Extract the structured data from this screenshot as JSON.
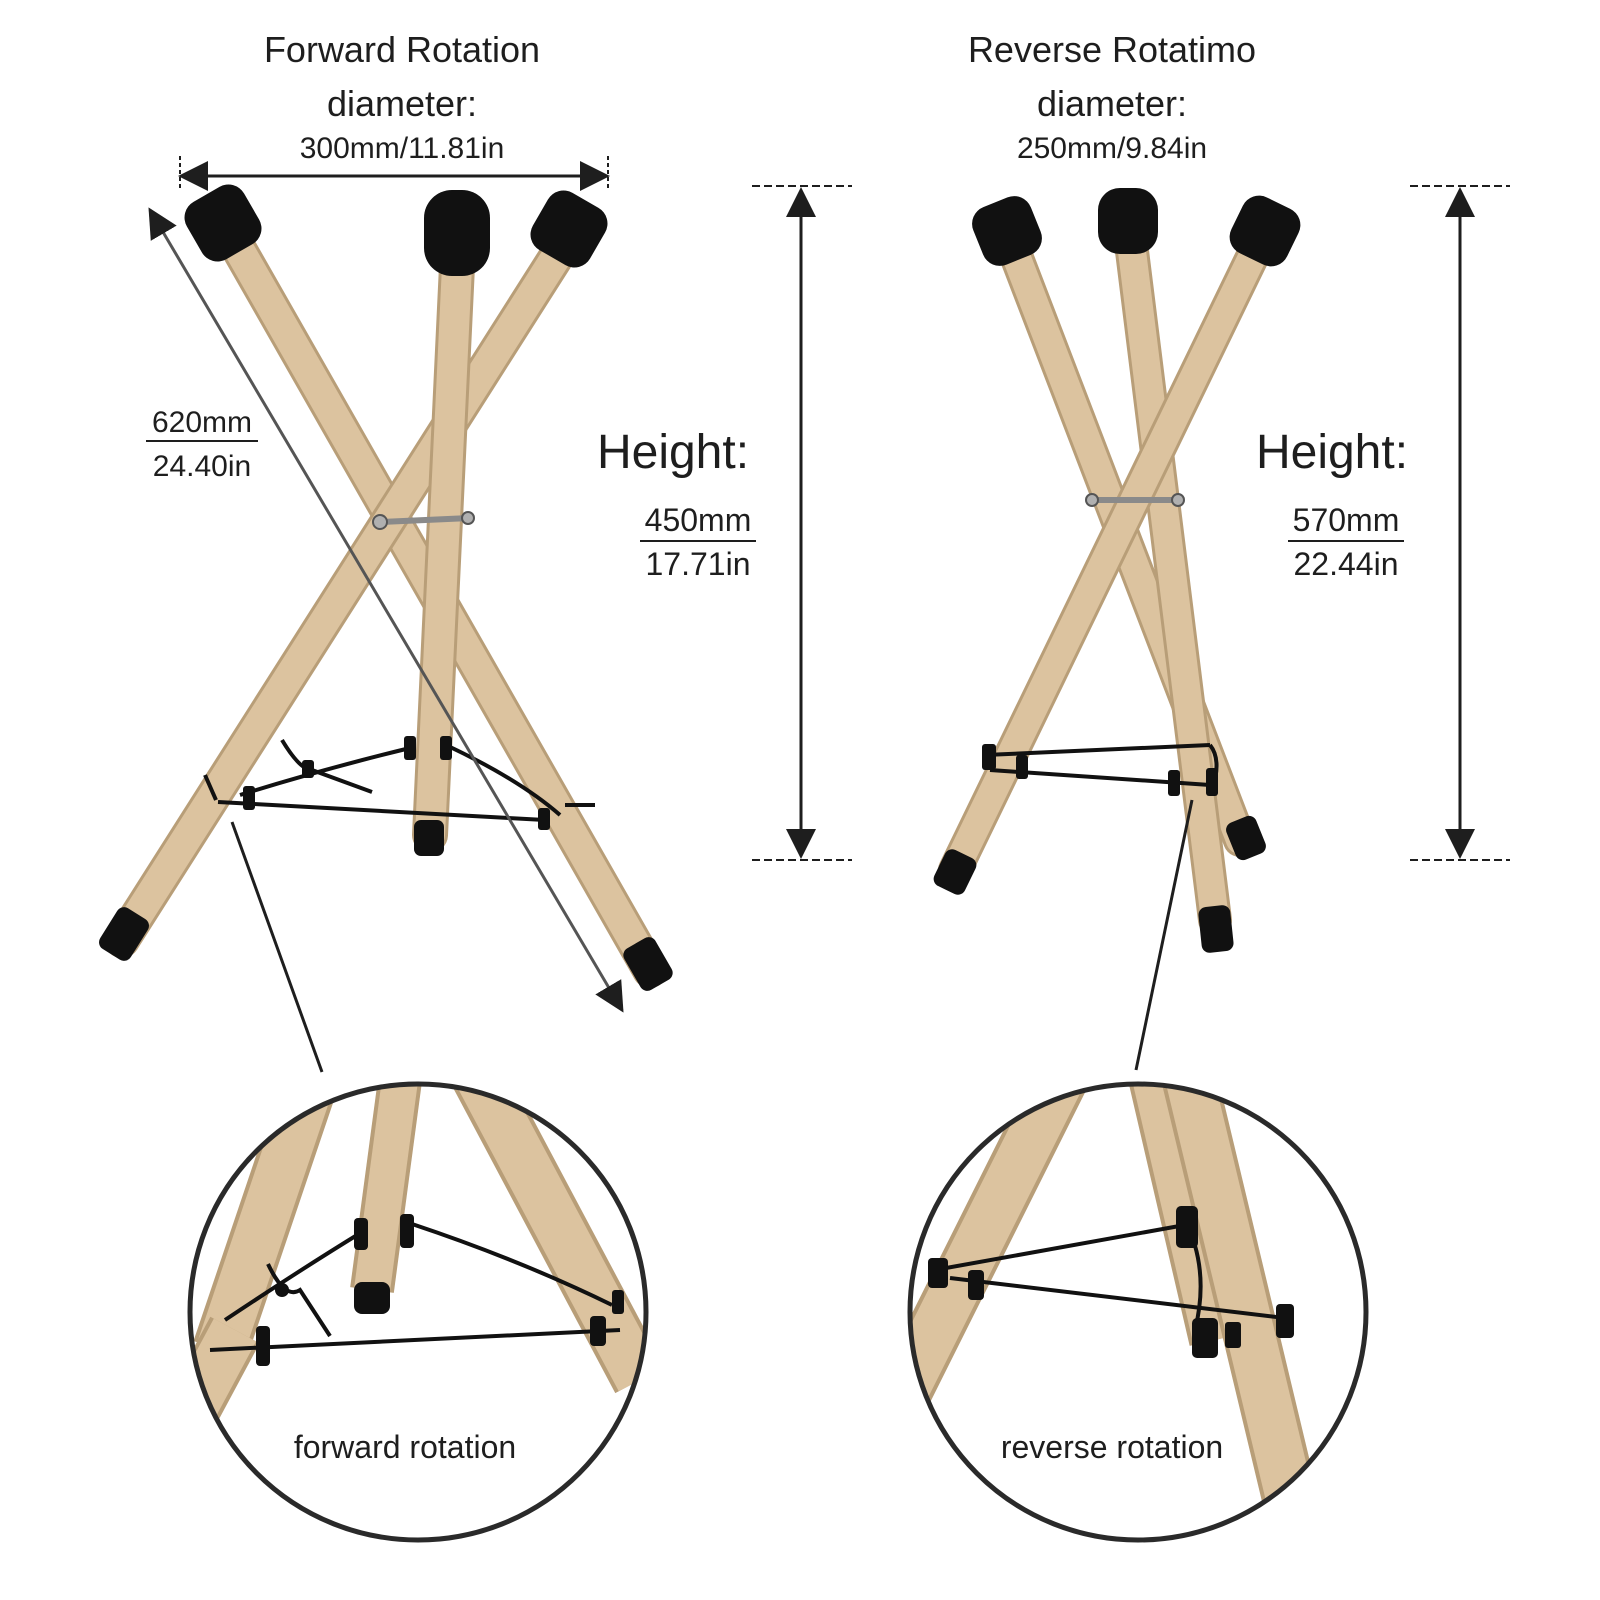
{
  "forward": {
    "title": "Forward Rotation",
    "diameter_label": "diameter:",
    "diameter_value": "300mm/11.81in",
    "length_mm": "620mm",
    "length_in": "24.40in",
    "height_label": "Height:",
    "height_mm": "450mm",
    "height_in": "17.71in",
    "detail_caption": "forward rotation"
  },
  "reverse": {
    "title": "Reverse Rotatimo",
    "diameter_label": "diameter:",
    "diameter_value": "250mm/9.84in",
    "height_label": "Height:",
    "height_mm": "570mm",
    "height_in": "22.44in",
    "detail_caption": "reverse rotation"
  },
  "colors": {
    "wood": "#dcc39f",
    "wood_edge": "#b89e78",
    "rubber": "#111111",
    "line": "#1e1e1e"
  }
}
